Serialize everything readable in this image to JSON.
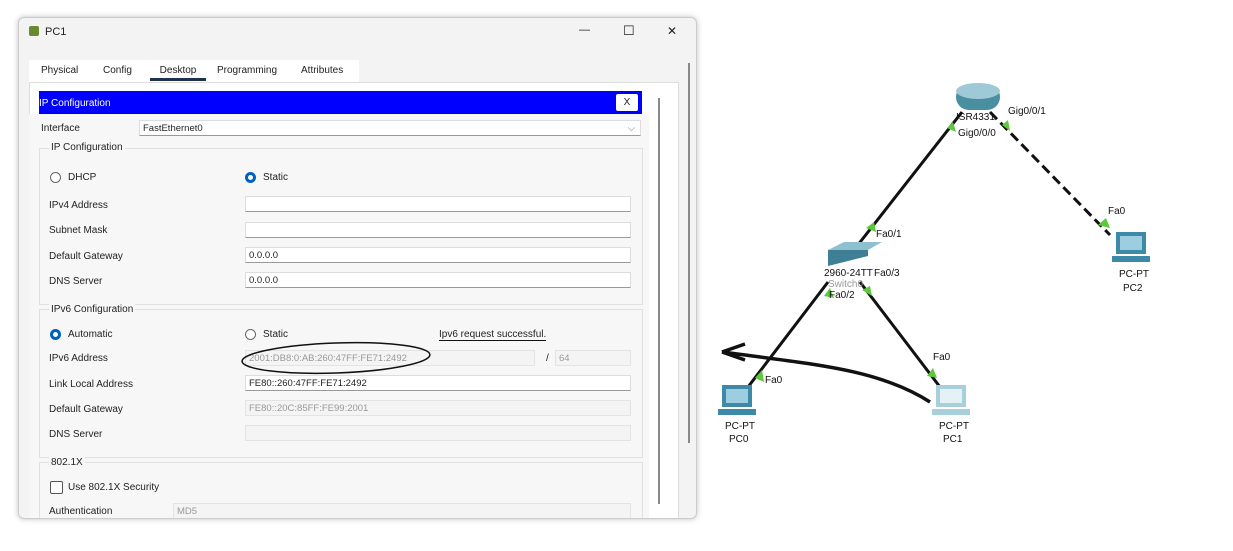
{
  "window": {
    "title": "PC1",
    "minimize": "—",
    "maximize": "☐",
    "close": "✕"
  },
  "tabs": [
    "Physical",
    "Config",
    "Desktop",
    "Programming",
    "Attributes"
  ],
  "active_tab": "Desktop",
  "panel": {
    "title": "IP Configuration",
    "close": "X"
  },
  "interface": {
    "label": "Interface",
    "value": "FastEthernet0"
  },
  "ipv4": {
    "group": "IP Configuration",
    "dhcp": "DHCP",
    "static": "Static",
    "mode": "Static",
    "fields": [
      {
        "label": "IPv4 Address",
        "value": ""
      },
      {
        "label": "Subnet Mask",
        "value": ""
      },
      {
        "label": "Default Gateway",
        "value": "0.0.0.0"
      },
      {
        "label": "DNS Server",
        "value": "0.0.0.0"
      }
    ]
  },
  "ipv6": {
    "group": "IPv6 Configuration",
    "automatic": "Automatic",
    "static": "Static",
    "mode": "Automatic",
    "status": "Ipv6 request successful.",
    "address_label": "IPv6 Address",
    "address": "2001:DB8:0:AB:260:47FF:FE71:2492",
    "prefix_sep": "/",
    "prefix": "64",
    "link_local_label": "Link Local Address",
    "link_local": "FE80::260:47FF:FE71:2492",
    "gateway_label": "Default Gateway",
    "gateway": "FE80::20C:85FF:FE99:2001",
    "dns_label": "DNS Server",
    "dns": ""
  },
  "dot1x": {
    "group": "802.1X",
    "use_label": "Use 802.1X Security",
    "use": false,
    "auth_label": "Authentication",
    "auth": "MD5"
  },
  "topology": {
    "router": {
      "model": "ISR4331",
      "port_a": "Gig0/0/0",
      "port_b": "Gig0/0/1"
    },
    "switch": {
      "model": "2960-24TT",
      "name": "Switch0",
      "p1": "Fa0/1",
      "p2": "Fa0/2",
      "p3": "Fa0/3"
    },
    "pcs": [
      {
        "type": "PC-PT",
        "name": "PC0",
        "port": "Fa0"
      },
      {
        "type": "PC-PT",
        "name": "PC1",
        "port": "Fa0"
      },
      {
        "type": "PC-PT",
        "name": "PC2",
        "port": "Fa0"
      }
    ]
  },
  "colors": {
    "accent": "#0000ff",
    "link_light": "#5cc83c"
  }
}
